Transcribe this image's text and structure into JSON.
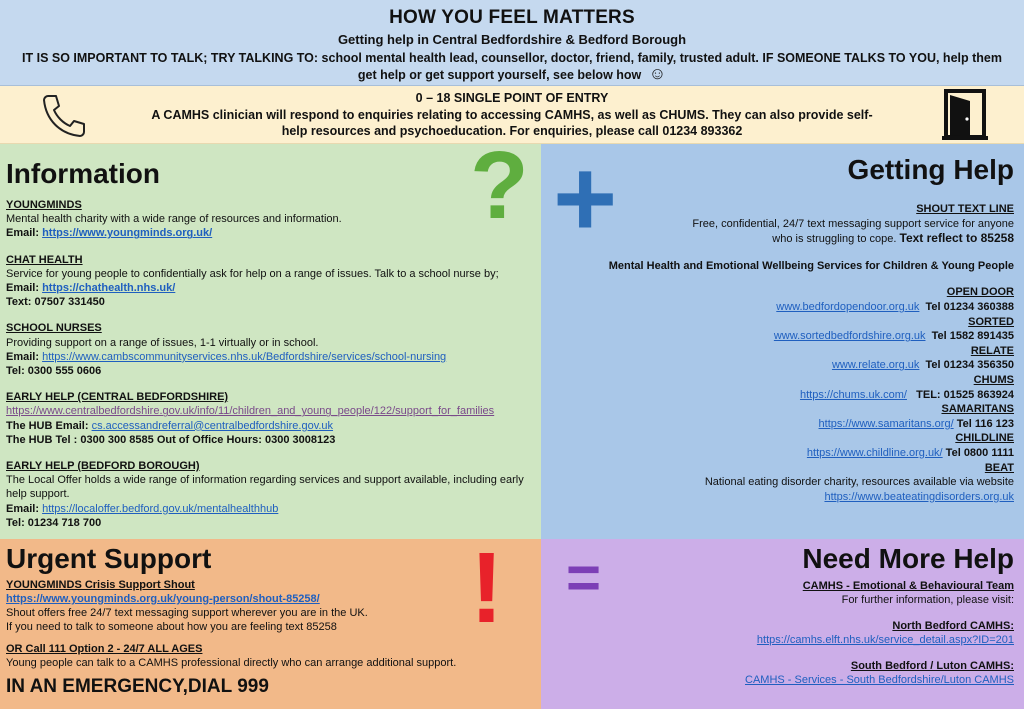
{
  "header": {
    "title": "HOW YOU FEEL MATTERS",
    "subtitle": "Getting help in Central Bedfordshire & Bedford Borough",
    "talk_text": "IT IS SO IMPORTANT TO TALK; TRY TALKING TO: school mental health lead, counsellor, doctor, friend, family, trusted adult. IF SOMEONE TALKS TO YOU, help them get help or get support yourself, see below how",
    "smiley": "☺"
  },
  "spoe": {
    "title": "0 – 18 SINGLE POINT OF ENTRY",
    "text": "A CAMHS clinician will respond to enquiries relating to accessing CAMHS, as well as CHUMS. They can also provide self- help resources and psychoeducation. For enquiries, please call 01234 893362"
  },
  "info": {
    "title": "Information",
    "youngminds": {
      "heading": "YOUNGMINDS",
      "desc": "Mental health charity with a wide range of resources and information.",
      "email_label": "Email:",
      "email_link": "https://www.youngminds.org.uk/"
    },
    "chathealth": {
      "heading": "CHAT HEALTH",
      "desc": "Service for young people to confidentially ask for help on a range of issues. Talk to a school nurse by;",
      "email_label": "Email:",
      "email_link": "https://chathealth.nhs.uk/",
      "text": "Text: 07507 331450"
    },
    "nurses": {
      "heading": "SCHOOL NURSES",
      "desc": "Providing support on a range of issues, 1-1 virtually or in school.",
      "email_label": "Email:",
      "email_link": "https://www.cambscommunityservices.nhs.uk/Bedfordshire/services/school-nursing",
      "tel": "Tel: 0300 555 0606"
    },
    "earlyhelp_central": {
      "heading": "EARLY HELP (CENTRAL BEDFORDSHIRE)",
      "link": "https://www.centralbedfordshire.gov.uk/info/11/children_and_young_people/122/support_for_families",
      "hub_email_label": "The HUB Email:",
      "hub_email": "cs.accessandreferral@centralbedfordshire.gov.uk",
      "hub_tel": "The HUB Tel : 0300 300 8585 Out of Office Hours: 0300 3008123"
    },
    "earlyhelp_bedford": {
      "heading": "EARLY HELP (BEDFORD BOROUGH)",
      "desc": "The Local Offer holds a wide range of information regarding services and support available, including early help support.",
      "email_label": "Email:",
      "email_link": "https://localoffer.bedford.gov.uk/mentalhealthhub",
      "tel": "Tel: 01234 718 700"
    }
  },
  "help": {
    "title": "Getting Help",
    "shout_heading": "SHOUT TEXT LINE",
    "shout_line1": "Free, confidential, 24/7 text messaging support service for anyone",
    "shout_line2a": "who is struggling to cope.",
    "shout_line2b": "Text reflect to 85258",
    "services_heading": "Mental Health and Emotional Wellbeing Services for Children & Young People",
    "opendoor": {
      "name": "OPEN DOOR",
      "link": "www.bedfordopendoor.org.uk",
      "tel": "Tel 01234 360388"
    },
    "sorted": {
      "name": "SORTED",
      "link": "www.sortedbedfordshire.org.uk",
      "tel": "Tel 1582 891435"
    },
    "relate": {
      "name": "RELATE",
      "link": "www.relate.org.uk",
      "tel": "Tel 01234 356350"
    },
    "chums": {
      "name": "CHUMS",
      "link": "https://chums.uk.com/",
      "tel": "TEL: 01525 863924"
    },
    "samaritans": {
      "name": "SAMARITANS",
      "link": "https://www.samaritans.org/",
      "tel": " Tel 116 123"
    },
    "childline": {
      "name": "CHILDLINE",
      "link": "https://www.childline.org.uk/",
      "tel": " Tel 0800 1111"
    },
    "beat": {
      "name": "BEAT",
      "desc": "National eating disorder charity, resources available via website",
      "link": "https://www.beateatingdisorders.org.uk"
    }
  },
  "urgent": {
    "title": "Urgent Support",
    "shout_heading": "YOUNGMINDS Crisis Support Shout",
    "shout_link": "https://www.youngminds.org.uk/young-person/shout-85258/",
    "line1": "Shout offers free 24/7 text messaging support wherever you are in the UK.",
    "line2": "If you need to talk to someone about how you are feeling text 85258",
    "call_heading": "OR Call 111 Option 2 - 24/7 ALL AGES",
    "call_desc": "Young people can talk to a CAMHS professional directly who can arrange additional  support.",
    "emergency": "IN AN EMERGENCY,DIAL 999"
  },
  "more": {
    "title": "Need More Help",
    "camhs_heading": "CAMHS - Emotional & Behavioural Team",
    "camhs_desc": "For further information, please visit:",
    "north_heading": "North Bedford CAMHS:",
    "north_link": "https://camhs.elft.nhs.uk/service_detail.aspx?ID=201",
    "south_heading": "South Bedford / Luton CAMHS:",
    "south_link": "CAMHS - Services - South Bedfordshire/Luton CAMHS"
  },
  "icons": {
    "question": "?",
    "plus": "+",
    "exclamation": "!",
    "equals": "="
  },
  "colors": {
    "header_bg": "#c5d9ef",
    "spoe_bg": "#fdf0cf",
    "info_bg": "#cfe6c2",
    "help_bg": "#a9c7e8",
    "urgent_bg": "#f2b989",
    "more_bg": "#ccaee8",
    "link": "#1f5fbf"
  }
}
